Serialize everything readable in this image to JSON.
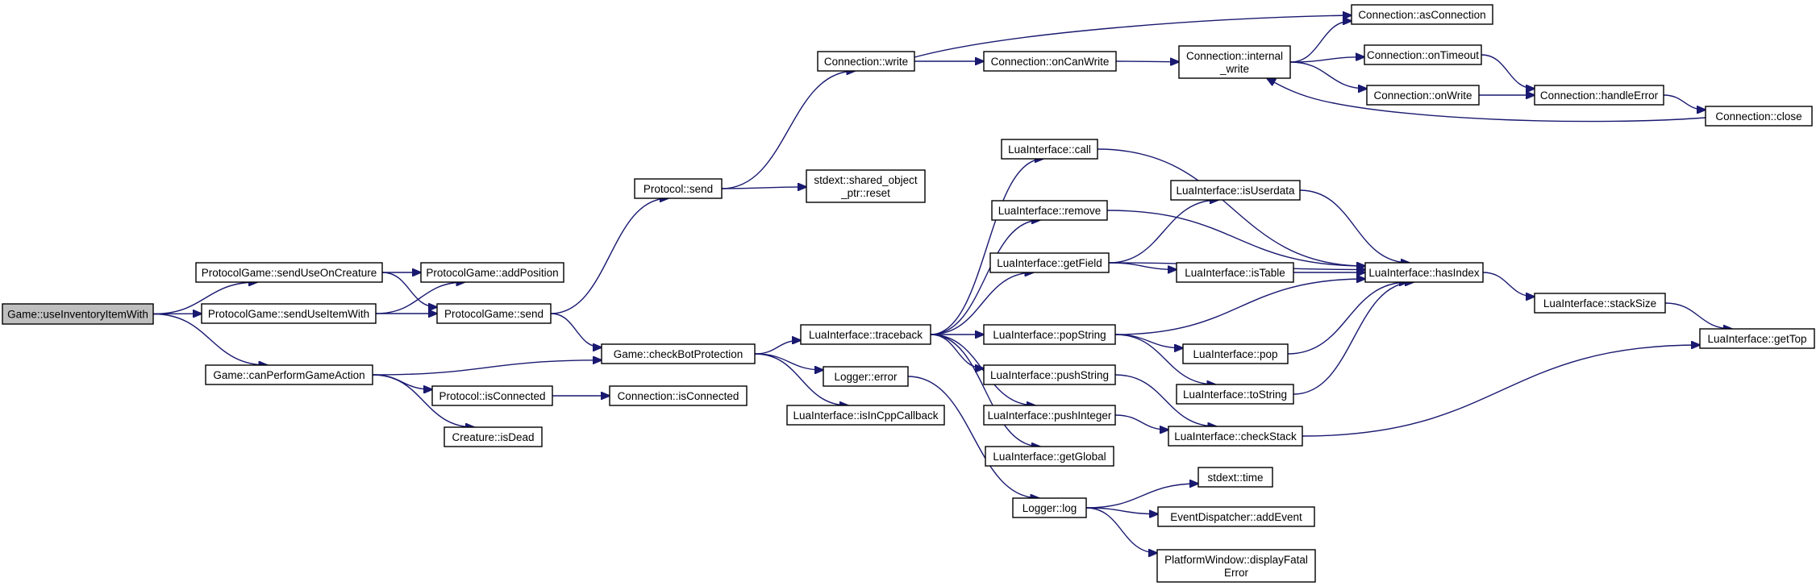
{
  "graph": {
    "nodes": [
      {
        "id": "useInventoryItemWith",
        "lines": [
          "Game::useInventoryItemWith"
        ],
        "root": true
      },
      {
        "id": "sendUseOnCreature",
        "lines": [
          "ProtocolGame::sendUseOnCreature"
        ]
      },
      {
        "id": "sendUseItemWith",
        "lines": [
          "ProtocolGame::sendUseItemWith"
        ]
      },
      {
        "id": "canPerformGameAction",
        "lines": [
          "Game::canPerformGameAction"
        ]
      },
      {
        "id": "addPosition",
        "lines": [
          "ProtocolGame::addPosition"
        ]
      },
      {
        "id": "pgSend",
        "lines": [
          "ProtocolGame::send"
        ]
      },
      {
        "id": "protocolIsConnected",
        "lines": [
          "Protocol::isConnected"
        ]
      },
      {
        "id": "isDead",
        "lines": [
          "Creature::isDead"
        ]
      },
      {
        "id": "protocolSend",
        "lines": [
          "Protocol::send"
        ]
      },
      {
        "id": "checkBotProtection",
        "lines": [
          "Game::checkBotProtection"
        ]
      },
      {
        "id": "connIsConnected",
        "lines": [
          "Connection::isConnected"
        ]
      },
      {
        "id": "connWrite",
        "lines": [
          "Connection::write"
        ]
      },
      {
        "id": "ptrReset",
        "lines": [
          "stdext::shared_object",
          "_ptr::reset"
        ]
      },
      {
        "id": "traceback",
        "lines": [
          "LuaInterface::traceback"
        ]
      },
      {
        "id": "loggerError",
        "lines": [
          "Logger::error"
        ]
      },
      {
        "id": "isInCppCallback",
        "lines": [
          "LuaInterface::isInCppCallback"
        ]
      },
      {
        "id": "onCanWrite",
        "lines": [
          "Connection::onCanWrite"
        ]
      },
      {
        "id": "luaCall",
        "lines": [
          "LuaInterface::call"
        ]
      },
      {
        "id": "luaRemove",
        "lines": [
          "LuaInterface::remove"
        ]
      },
      {
        "id": "getField",
        "lines": [
          "LuaInterface::getField"
        ]
      },
      {
        "id": "popString",
        "lines": [
          "LuaInterface::popString"
        ]
      },
      {
        "id": "pushString",
        "lines": [
          "LuaInterface::pushString"
        ]
      },
      {
        "id": "pushInteger",
        "lines": [
          "LuaInterface::pushInteger"
        ]
      },
      {
        "id": "getGlobal",
        "lines": [
          "LuaInterface::getGlobal"
        ]
      },
      {
        "id": "loggerLog",
        "lines": [
          "Logger::log"
        ]
      },
      {
        "id": "internalWrite",
        "lines": [
          "Connection::internal",
          "_write"
        ]
      },
      {
        "id": "isUserdata",
        "lines": [
          "LuaInterface::isUserdata"
        ]
      },
      {
        "id": "isTable",
        "lines": [
          "LuaInterface::isTable"
        ]
      },
      {
        "id": "luaPop",
        "lines": [
          "LuaInterface::pop"
        ]
      },
      {
        "id": "toString",
        "lines": [
          "LuaInterface::toString"
        ]
      },
      {
        "id": "checkStack",
        "lines": [
          "LuaInterface::checkStack"
        ]
      },
      {
        "id": "stdextTime",
        "lines": [
          "stdext::time"
        ]
      },
      {
        "id": "addEvent",
        "lines": [
          "EventDispatcher::addEvent"
        ]
      },
      {
        "id": "displayFatalError",
        "lines": [
          "PlatformWindow::displayFatal",
          "Error"
        ]
      },
      {
        "id": "asConnection",
        "lines": [
          "Connection::asConnection"
        ]
      },
      {
        "id": "onTimeout",
        "lines": [
          "Connection::onTimeout"
        ]
      },
      {
        "id": "onWrite",
        "lines": [
          "Connection::onWrite"
        ]
      },
      {
        "id": "hasIndex",
        "lines": [
          "LuaInterface::hasIndex"
        ]
      },
      {
        "id": "handleError",
        "lines": [
          "Connection::handleError"
        ]
      },
      {
        "id": "stackSize",
        "lines": [
          "LuaInterface::stackSize"
        ]
      },
      {
        "id": "connClose",
        "lines": [
          "Connection::close"
        ]
      },
      {
        "id": "getTop",
        "lines": [
          "LuaInterface::getTop"
        ]
      }
    ],
    "edges": [
      [
        "useInventoryItemWith",
        "sendUseOnCreature"
      ],
      [
        "useInventoryItemWith",
        "sendUseItemWith"
      ],
      [
        "useInventoryItemWith",
        "canPerformGameAction"
      ],
      [
        "sendUseOnCreature",
        "addPosition"
      ],
      [
        "sendUseOnCreature",
        "pgSend"
      ],
      [
        "sendUseItemWith",
        "addPosition"
      ],
      [
        "sendUseItemWith",
        "pgSend"
      ],
      [
        "canPerformGameAction",
        "checkBotProtection"
      ],
      [
        "canPerformGameAction",
        "protocolIsConnected"
      ],
      [
        "canPerformGameAction",
        "isDead"
      ],
      [
        "pgSend",
        "protocolSend"
      ],
      [
        "pgSend",
        "checkBotProtection"
      ],
      [
        "protocolIsConnected",
        "connIsConnected"
      ],
      [
        "protocolSend",
        "connWrite"
      ],
      [
        "protocolSend",
        "ptrReset"
      ],
      [
        "checkBotProtection",
        "traceback"
      ],
      [
        "checkBotProtection",
        "loggerError"
      ],
      [
        "checkBotProtection",
        "isInCppCallback"
      ],
      [
        "connWrite",
        "asConnection"
      ],
      [
        "connWrite",
        "onCanWrite"
      ],
      [
        "onCanWrite",
        "internalWrite"
      ],
      [
        "internalWrite",
        "asConnection"
      ],
      [
        "internalWrite",
        "onTimeout"
      ],
      [
        "internalWrite",
        "onWrite"
      ],
      [
        "onTimeout",
        "handleError"
      ],
      [
        "onWrite",
        "handleError"
      ],
      [
        "handleError",
        "connClose"
      ],
      [
        "connClose",
        "internalWrite"
      ],
      [
        "traceback",
        "luaCall"
      ],
      [
        "traceback",
        "luaRemove"
      ],
      [
        "traceback",
        "getField"
      ],
      [
        "traceback",
        "popString"
      ],
      [
        "traceback",
        "pushString"
      ],
      [
        "traceback",
        "pushInteger"
      ],
      [
        "traceback",
        "getGlobal"
      ],
      [
        "luaCall",
        "hasIndex"
      ],
      [
        "luaRemove",
        "hasIndex"
      ],
      [
        "getField",
        "isUserdata"
      ],
      [
        "getField",
        "isTable"
      ],
      [
        "getField",
        "hasIndex"
      ],
      [
        "isUserdata",
        "hasIndex"
      ],
      [
        "isTable",
        "hasIndex"
      ],
      [
        "popString",
        "luaPop"
      ],
      [
        "popString",
        "toString"
      ],
      [
        "popString",
        "hasIndex"
      ],
      [
        "luaPop",
        "hasIndex"
      ],
      [
        "toString",
        "hasIndex"
      ],
      [
        "pushString",
        "checkStack"
      ],
      [
        "pushInteger",
        "checkStack"
      ],
      [
        "checkStack",
        "getTop"
      ],
      [
        "hasIndex",
        "stackSize"
      ],
      [
        "stackSize",
        "getTop"
      ],
      [
        "loggerError",
        "loggerLog"
      ],
      [
        "loggerLog",
        "stdextTime"
      ],
      [
        "loggerLog",
        "addEvent"
      ],
      [
        "loggerLog",
        "displayFatalError"
      ]
    ]
  }
}
